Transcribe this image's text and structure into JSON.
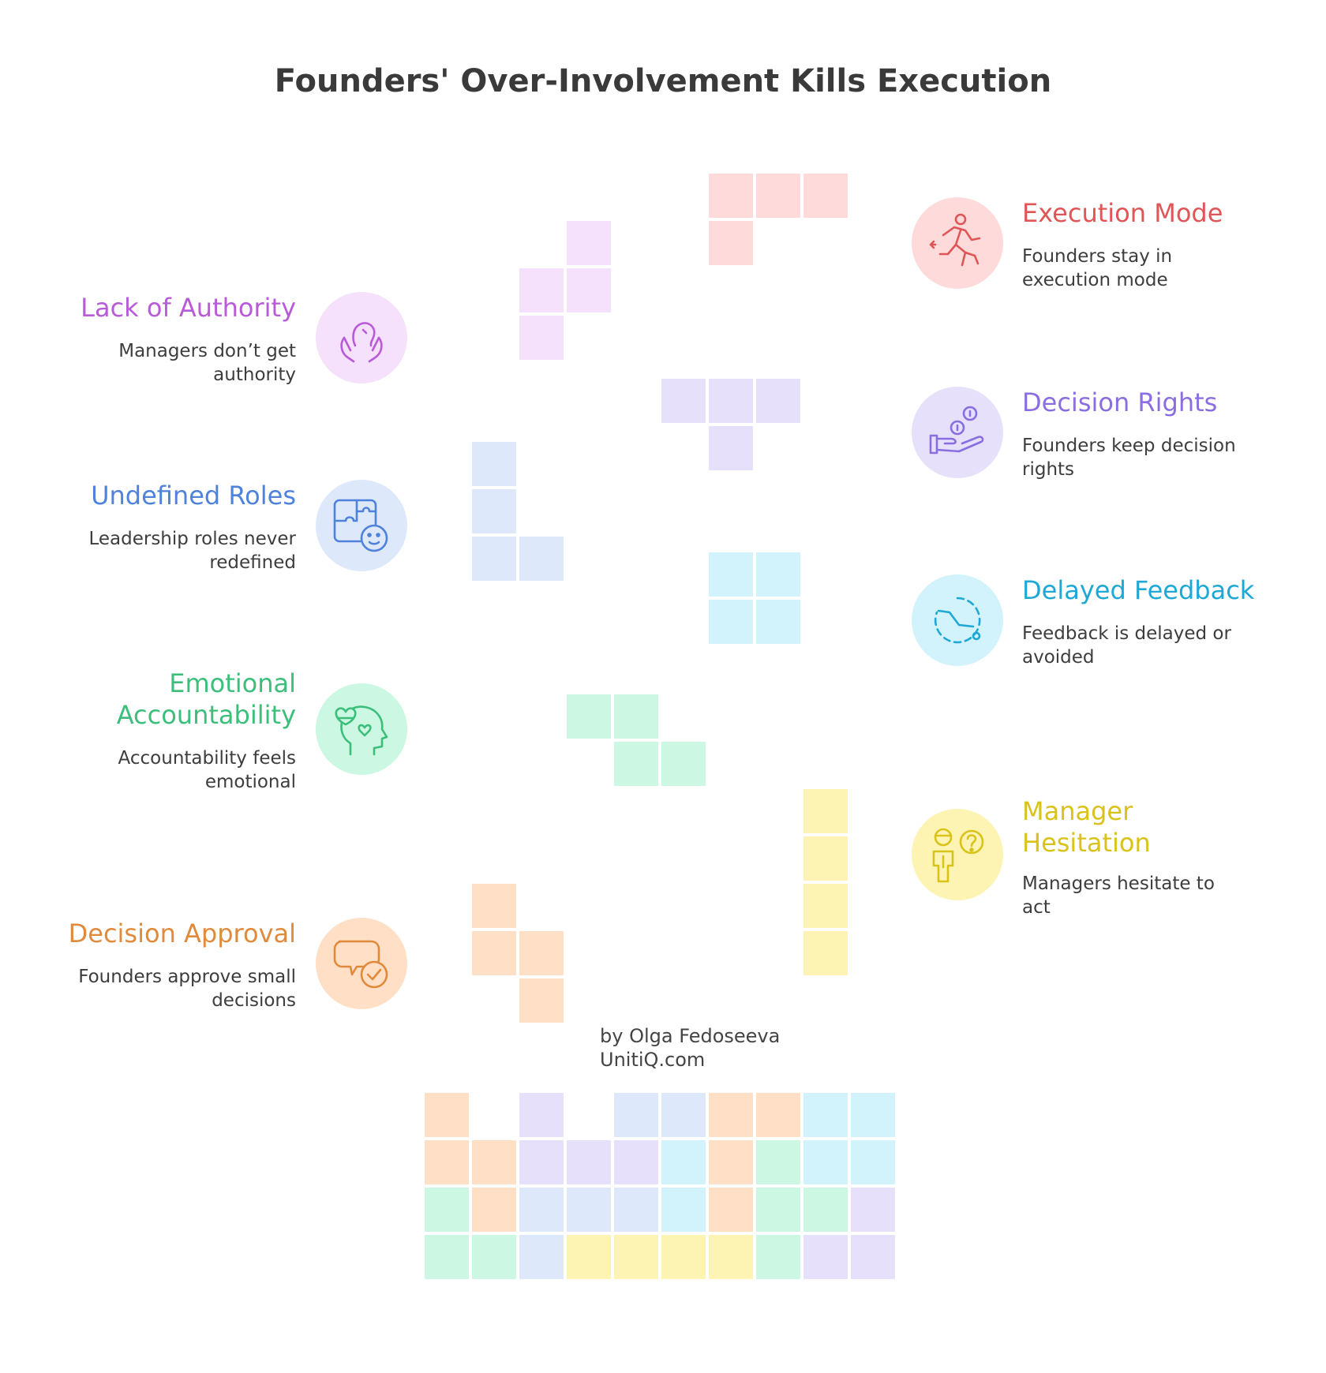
{
  "title": "Founders' Over-Involvement Kills Execution",
  "credit": {
    "author": "by Olga Fedoseeva",
    "site": "UnitiQ.com"
  },
  "colors": {
    "red": "#e05556",
    "purple": "#b95ad9",
    "violet": "#8a6ee0",
    "blue": "#4f82db",
    "cyan": "#1da8d6",
    "green": "#3bbf7a",
    "yellow": "#d9c21a",
    "orange": "#e08a3c"
  },
  "items": {
    "execution_mode": {
      "heading": "Execution Mode",
      "line1": "Founders stay in",
      "line2": "execution mode",
      "icon": "running-person-icon"
    },
    "lack_of_authority": {
      "heading": "Lack of Authority",
      "line1": "Managers don’t get",
      "line2": "authority",
      "icon": "head-hands-icon"
    },
    "decision_rights": {
      "heading": "Decision Rights",
      "line1": "Founders keep decision",
      "line2": "rights",
      "icon": "hand-coins-icon"
    },
    "undefined_roles": {
      "heading": "Undefined Roles",
      "line1": "Leadership roles never",
      "line2": "redefined",
      "icon": "puzzle-face-icon"
    },
    "delayed_feedback": {
      "heading": "Delayed Feedback",
      "line1": "Feedback is delayed or",
      "line2": "avoided",
      "icon": "dashed-timer-icon"
    },
    "emotional_accountability": {
      "heading1": "Emotional",
      "heading2": "Accountability",
      "line1": "Accountability feels",
      "line2": "emotional",
      "icon": "heart-head-icon"
    },
    "manager_hesitation": {
      "heading1": "Manager",
      "heading2": "Hesitation",
      "line1": "Managers hesitate to",
      "line2": "act",
      "icon": "person-question-icon"
    },
    "decision_approval": {
      "heading": "Decision Approval",
      "line1": "Founders approve small",
      "line2": "decisions",
      "icon": "speech-check-icon"
    }
  }
}
